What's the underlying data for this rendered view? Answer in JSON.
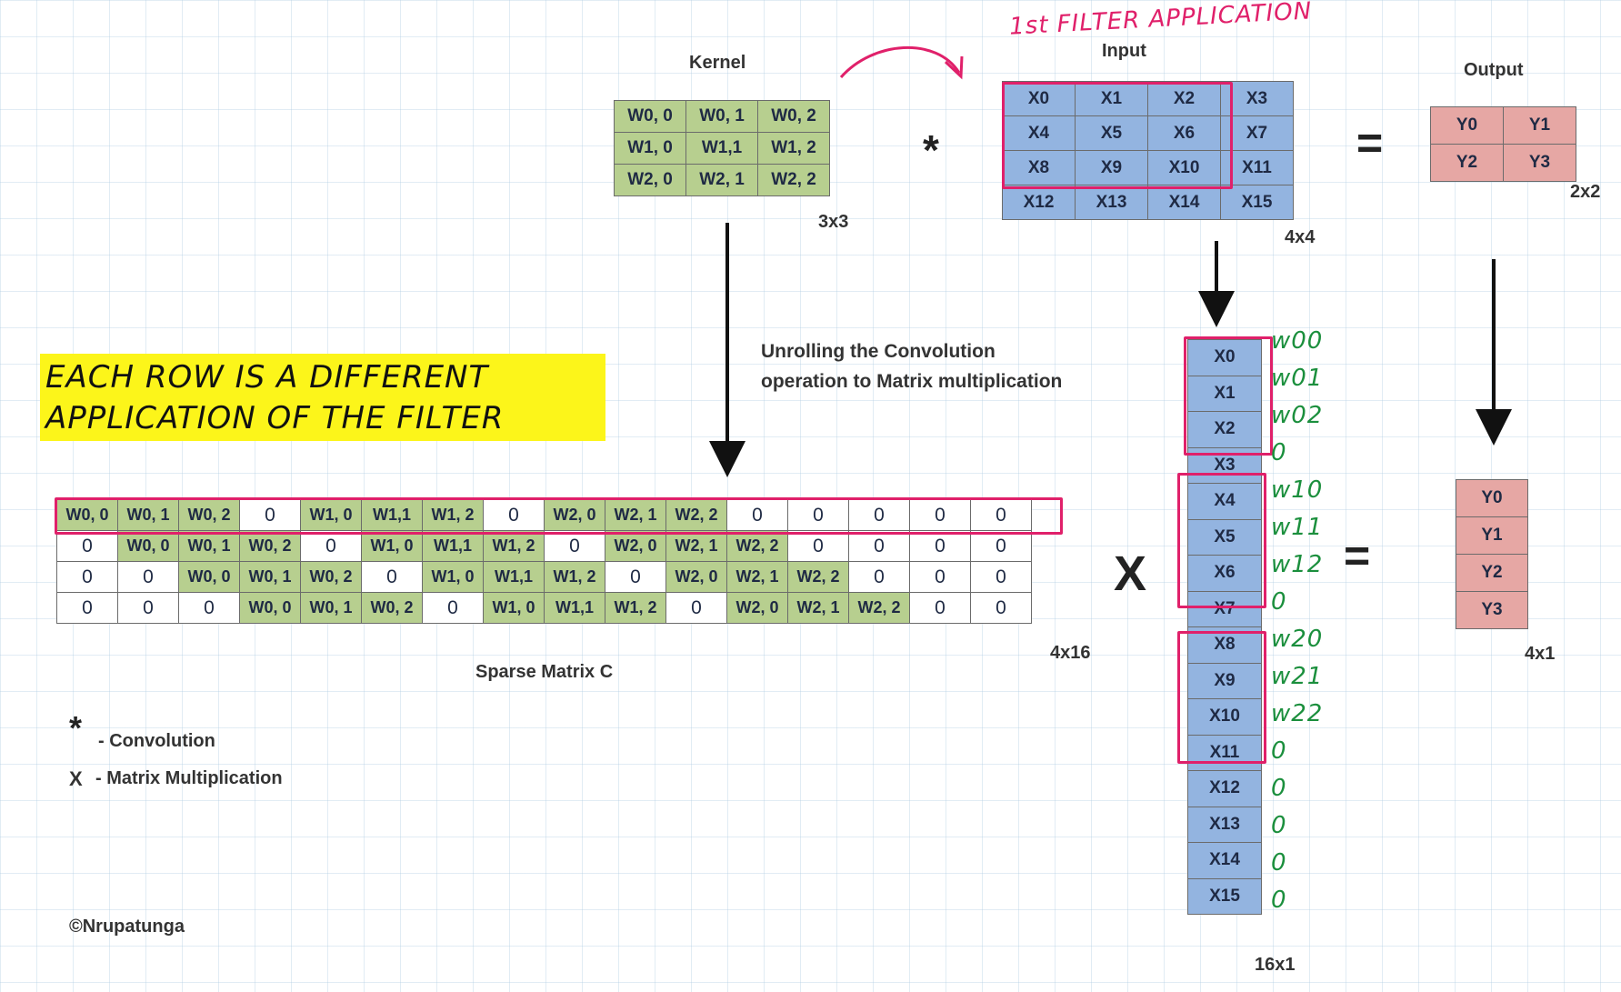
{
  "labels": {
    "kernel": "Kernel",
    "input": "Input",
    "output": "Output",
    "kernel_size": "3x3",
    "input_size": "4x4",
    "output_size": "2x2",
    "sparse_size": "4x16",
    "column_size": "16x1",
    "result_size": "4x1",
    "sparse_title": "Sparse Matrix C",
    "unroll_1": "Unrolling the Convolution",
    "unroll_2": "operation to Matrix multiplication",
    "conv_symbol": "*",
    "times_symbol": "X",
    "equals_symbol": "=",
    "copyright": "©Nrupatunga"
  },
  "legend": {
    "conv_symbol": "*",
    "conv_text": "- Convolution",
    "mm_symbol": "X",
    "mm_text": "-   Matrix Multiplication"
  },
  "handwriting": {
    "first_filter": "1st FILTER APPLICATION",
    "note_line1": "EACH ROW IS A DIFFERENT",
    "note_line2": "APPLICATION OF THE FILTER",
    "weights": [
      "w00",
      "w01",
      "w02",
      "0",
      "w10",
      "w11",
      "w12",
      "0",
      "w20",
      "w21",
      "w22",
      "0",
      "0",
      "0",
      "0",
      "0"
    ]
  },
  "kernel": [
    [
      "W0, 0",
      "W0, 1",
      "W0, 2"
    ],
    [
      "W1, 0",
      "W1,1",
      "W1, 2"
    ],
    [
      "W2, 0",
      "W2, 1",
      "W2, 2"
    ]
  ],
  "input": [
    [
      "X0",
      "X1",
      "X2",
      "X3"
    ],
    [
      "X4",
      "X5",
      "X6",
      "X7"
    ],
    [
      "X8",
      "X9",
      "X10",
      "X11"
    ],
    [
      "X12",
      "X13",
      "X14",
      "X15"
    ]
  ],
  "output": [
    [
      "Y0",
      "Y1"
    ],
    [
      "Y2",
      "Y3"
    ]
  ],
  "sparse": [
    [
      "W0, 0",
      "W0, 1",
      "W0, 2",
      "0",
      "W1, 0",
      "W1,1",
      "W1, 2",
      "0",
      "W2, 0",
      "W2, 1",
      "W2, 2",
      "0",
      "0",
      "0",
      "0",
      "0"
    ],
    [
      "0",
      "W0, 0",
      "W0, 1",
      "W0, 2",
      "0",
      "W1, 0",
      "W1,1",
      "W1, 2",
      "0",
      "W2, 0",
      "W2, 1",
      "W2, 2",
      "0",
      "0",
      "0",
      "0"
    ],
    [
      "0",
      "0",
      "W0, 0",
      "W0, 1",
      "W0, 2",
      "0",
      "W1, 0",
      "W1,1",
      "W1, 2",
      "0",
      "W2, 0",
      "W2, 1",
      "W2, 2",
      "0",
      "0",
      "0"
    ],
    [
      "0",
      "0",
      "0",
      "W0, 0",
      "W0, 1",
      "W0, 2",
      "0",
      "W1, 0",
      "W1,1",
      "W1, 2",
      "0",
      "W2, 0",
      "W2, 1",
      "W2, 2",
      "0",
      "0"
    ]
  ],
  "column": [
    "X0",
    "X1",
    "X2",
    "X3",
    "X4",
    "X5",
    "X6",
    "X7",
    "X8",
    "X9",
    "X10",
    "X11",
    "X12",
    "X13",
    "X14",
    "X15"
  ],
  "result": [
    "Y0",
    "Y1",
    "Y2",
    "Y3"
  ],
  "colors": {
    "green": "#b7cf8f",
    "blue": "#93b4e0",
    "pink": "#e6a7a4",
    "highlight": "#e0206a",
    "note_yellow": "#fcf51a",
    "hand_green": "#1b8f3d"
  }
}
